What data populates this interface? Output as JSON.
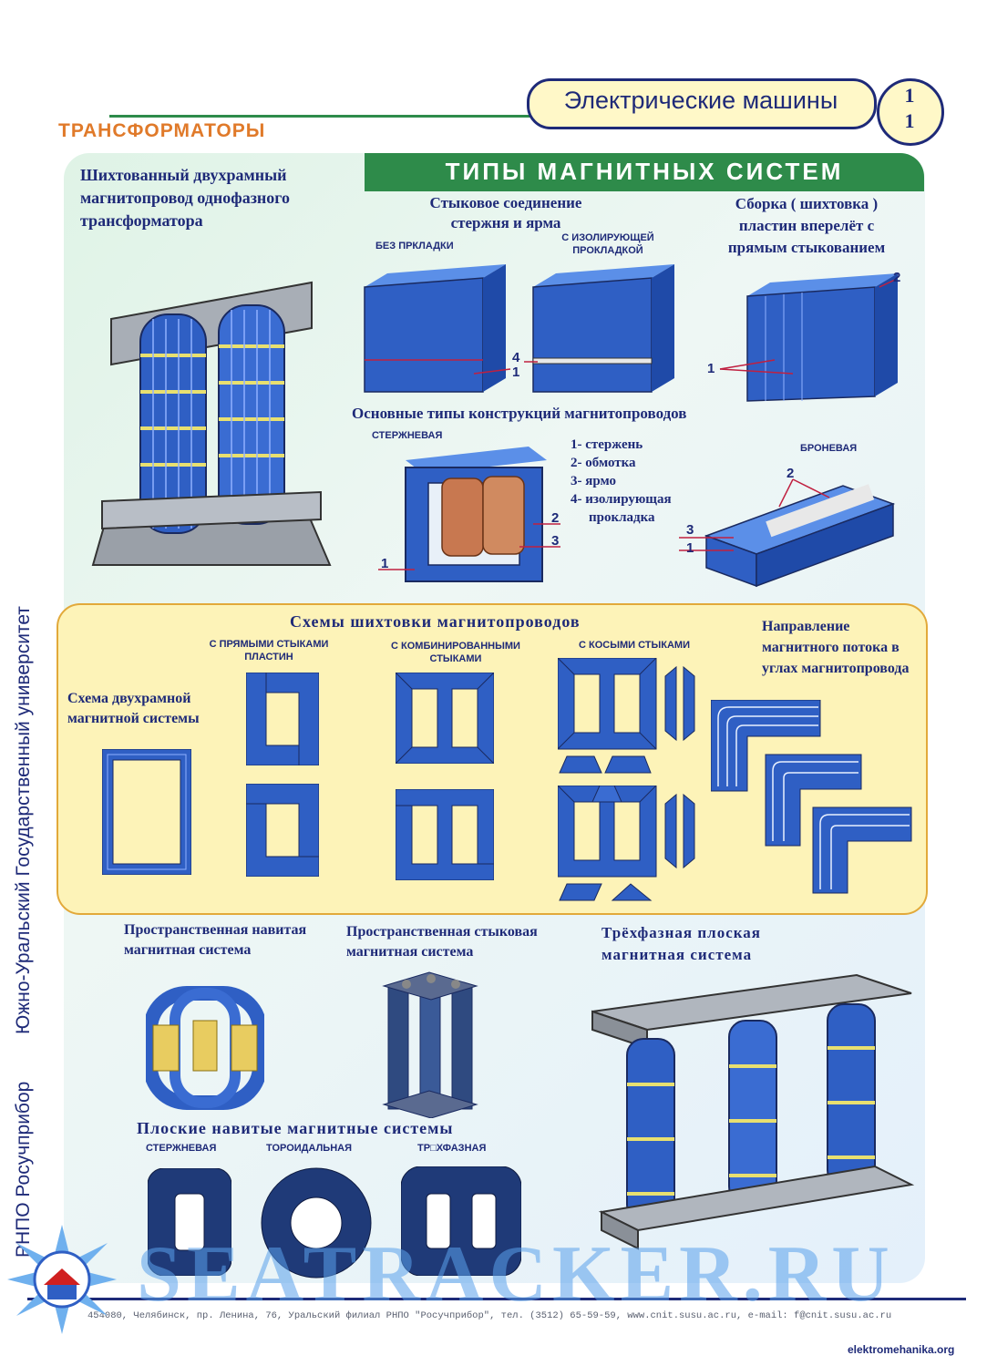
{
  "header": {
    "series_title": "Электрические машины",
    "number_top": "1",
    "number_bottom": "1",
    "section_title": "ТРАНСФОРМАТОРЫ"
  },
  "sidebar": {
    "publisher": "РНПО Росучприбор",
    "university": "Южно-Уральский Государственный университет"
  },
  "magnetic_types": {
    "title": "ТИПЫ МАГНИТНЫХ СИСТЕМ",
    "single_phase_title": "Шихтованный двухрамный магнитопровод однофазного трансформатора",
    "butt_joint_title": "Стыковое соединение стержня и ярма",
    "no_gasket": "БЕЗ ПРКЛАДКИ",
    "with_gasket": "С ИЗОЛИРУЮЩЕЙ ПРОКЛАДКОЙ",
    "lap_title": "Сборка ( шихтовка ) пластин вперелёт с прямым стыкованием",
    "callouts": {
      "one": "1",
      "two": "2",
      "three": "3",
      "four": "4"
    }
  },
  "construction": {
    "title": "Основные типы конструкций магнитопроводов",
    "core_type": "СТЕРЖНЕВАЯ",
    "shell_type": "БРОНЕВАЯ",
    "legend": [
      "1- стержень",
      "2- обмотка",
      "3- ярмо",
      "4- изолирующая",
      "прокладка"
    ]
  },
  "lamination": {
    "title": "Схемы шихтовки магнитопроводов",
    "two_frame_scheme": "Схема двухрамной магнитной системы",
    "straight": "С ПРЯМЫМИ СТЫКАМИ ПЛАСТИН",
    "combined": "С КОМБИНИРОВАННЫМИ СТЫКАМИ",
    "oblique": "С КОСЫМИ СТЫКАМИ",
    "flux_direction": "Направление магнитного потока в углах магнитопровода"
  },
  "bottom": {
    "spatial_wound": "Пространственная навитая магнитная система",
    "spatial_butt": "Пространственная стыковая магнитная система",
    "three_phase_flat": "Трёхфазная плоская магнитная система",
    "flat_wound": "Плоские навитые магнитные системы",
    "rod": "СТЕРЖНЕВАЯ",
    "toroidal": "ТОРОИДАЛЬНАЯ",
    "three_phase": "ТР□ХФАЗНАЯ"
  },
  "footer": {
    "address": "454080, Челябинск, пр. Ленина, 76, Уральский филиал РНПО \"Росучприбор\", тел. (3512) 65-59-59, www.cnit.susu.ac.ru, e-mail: f@cnit.susu.ac.ru",
    "watermark": "SEATRACKER.RU",
    "site": "elektromehanika.org"
  },
  "colors": {
    "navy": "#1e2a78",
    "steel_blue": "#2f5fc4",
    "green_band": "#2e8b4a",
    "orange_title": "#e07a2a",
    "panel_yellow": "#fdf3b8"
  }
}
